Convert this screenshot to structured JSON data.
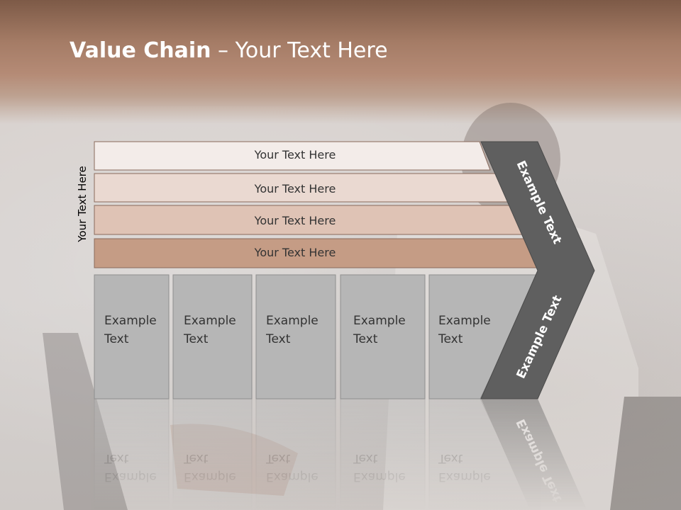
{
  "slide": {
    "title_bold": "Value Chain",
    "title_rest": " – Your Text Here",
    "side_label": "Your Text Here"
  },
  "rows": [
    {
      "label": "Your Text Here",
      "fill": "#f3ece9"
    },
    {
      "label": "Your Text Here",
      "fill": "#ead9d1"
    },
    {
      "label": "Your Text Here",
      "fill": "#dfc3b5"
    },
    {
      "label": "Your Text Here",
      "fill": "#c59c85"
    }
  ],
  "cells": [
    {
      "line1": "Example",
      "line2": "Text"
    },
    {
      "line1": "Example",
      "line2": "Text"
    },
    {
      "line1": "Example",
      "line2": "Text"
    },
    {
      "line1": "Example",
      "line2": "Text"
    },
    {
      "line1": "Example",
      "line2": "Text"
    }
  ],
  "chevron": {
    "upper_label": "Example Text",
    "lower_label": "Example Text",
    "fill": "#5f5f5f"
  },
  "colors": {
    "cell_fill": "#b6b6b6",
    "header_band": "#a57c66"
  }
}
